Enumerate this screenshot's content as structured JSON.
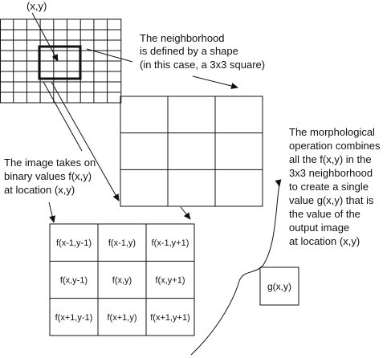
{
  "labels": {
    "origin": "(x,y)",
    "neighborhood": [
      "The neighborhood",
      "is defined by a shape",
      "(in this case, a 3x3 square)"
    ],
    "image_values": [
      "The image takes on",
      "binary values f(x,y)",
      "at location (x,y)"
    ],
    "operation": [
      "The morphological",
      "operation combines",
      "all the f(x,y) in the",
      "3x3 neighborhood",
      "to create a single",
      "value g(x,y) that is",
      "the value of the",
      "output image",
      "at location (x,y)"
    ]
  },
  "neighborhood_cells": [
    [
      "f(x-1,y-1)",
      "f(x-1,y)",
      "f(x-1,y+1)"
    ],
    [
      "f(x,y-1)",
      "f(x,y)",
      "f(x,y+1)"
    ],
    [
      "f(x+1,y-1)",
      "f(x+1,y)",
      "f(x+1,y+1)"
    ]
  ],
  "output_value": "g(x,y)"
}
